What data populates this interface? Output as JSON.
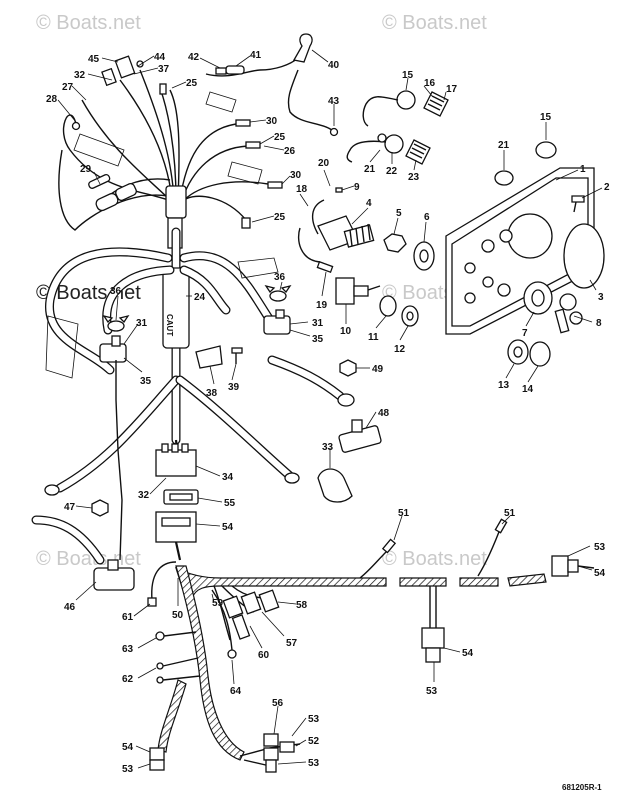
{
  "watermarks": {
    "top_left": "© Boats.net",
    "top_right": "© Boats.net",
    "mid_left": "© Boats.net",
    "mid_right": "© Boats.net",
    "bottom_left": "© Boats.net",
    "bottom_right": "© Boats.net"
  },
  "part_code": "681205R-1",
  "callouts": [
    {
      "id": "c45",
      "text": "45"
    },
    {
      "id": "c44",
      "text": "44"
    },
    {
      "id": "c32a",
      "text": "32"
    },
    {
      "id": "c37",
      "text": "37"
    },
    {
      "id": "c25a",
      "text": "25"
    },
    {
      "id": "c27",
      "text": "27"
    },
    {
      "id": "c28",
      "text": "28"
    },
    {
      "id": "c42",
      "text": "42"
    },
    {
      "id": "c41",
      "text": "41"
    },
    {
      "id": "c40",
      "text": "40"
    },
    {
      "id": "c43",
      "text": "43"
    },
    {
      "id": "c30a",
      "text": "30"
    },
    {
      "id": "c25b",
      "text": "25"
    },
    {
      "id": "c26",
      "text": "26"
    },
    {
      "id": "c29",
      "text": "29"
    },
    {
      "id": "c30b",
      "text": "30"
    },
    {
      "id": "c18",
      "text": "18"
    },
    {
      "id": "c25c",
      "text": "25"
    },
    {
      "id": "c15a",
      "text": "15"
    },
    {
      "id": "c16",
      "text": "16"
    },
    {
      "id": "c17",
      "text": "17"
    },
    {
      "id": "c15b",
      "text": "15"
    },
    {
      "id": "c21a",
      "text": "21"
    },
    {
      "id": "c1",
      "text": "1"
    },
    {
      "id": "c2",
      "text": "2"
    },
    {
      "id": "c20",
      "text": "20"
    },
    {
      "id": "c9",
      "text": "9"
    },
    {
      "id": "c21b",
      "text": "21"
    },
    {
      "id": "c22",
      "text": "22"
    },
    {
      "id": "c23",
      "text": "23"
    },
    {
      "id": "c4",
      "text": "4"
    },
    {
      "id": "c5",
      "text": "5"
    },
    {
      "id": "c6",
      "text": "6"
    },
    {
      "id": "c3",
      "text": "3"
    },
    {
      "id": "c36a",
      "text": "36"
    },
    {
      "id": "c24",
      "text": "24"
    },
    {
      "id": "c36b",
      "text": "36"
    },
    {
      "id": "c19",
      "text": "19"
    },
    {
      "id": "c10",
      "text": "10"
    },
    {
      "id": "c11",
      "text": "11"
    },
    {
      "id": "c12",
      "text": "12"
    },
    {
      "id": "c7",
      "text": "7"
    },
    {
      "id": "c8",
      "text": "8"
    },
    {
      "id": "c31a",
      "text": "31"
    },
    {
      "id": "c35a",
      "text": "35"
    },
    {
      "id": "c31b",
      "text": "31"
    },
    {
      "id": "c35b",
      "text": "35"
    },
    {
      "id": "c13",
      "text": "13"
    },
    {
      "id": "c14",
      "text": "14"
    },
    {
      "id": "c38",
      "text": "38"
    },
    {
      "id": "c39",
      "text": "39"
    },
    {
      "id": "c49",
      "text": "49"
    },
    {
      "id": "c48",
      "text": "48"
    },
    {
      "id": "c33",
      "text": "33"
    },
    {
      "id": "c34",
      "text": "34"
    },
    {
      "id": "c32b",
      "text": "32"
    },
    {
      "id": "c55",
      "text": "55"
    },
    {
      "id": "c47",
      "text": "47"
    },
    {
      "id": "c54a",
      "text": "54"
    },
    {
      "id": "c51a",
      "text": "51"
    },
    {
      "id": "c51b",
      "text": "51"
    },
    {
      "id": "c53a",
      "text": "53"
    },
    {
      "id": "c54b",
      "text": "54"
    },
    {
      "id": "c46",
      "text": "46"
    },
    {
      "id": "c50",
      "text": "50"
    },
    {
      "id": "c61",
      "text": "61"
    },
    {
      "id": "c59",
      "text": "59"
    },
    {
      "id": "c58",
      "text": "58"
    },
    {
      "id": "c57",
      "text": "57"
    },
    {
      "id": "c60",
      "text": "60"
    },
    {
      "id": "c63",
      "text": "63"
    },
    {
      "id": "c54c",
      "text": "54"
    },
    {
      "id": "c53b",
      "text": "53"
    },
    {
      "id": "c62",
      "text": "62"
    },
    {
      "id": "c64",
      "text": "64"
    },
    {
      "id": "c56",
      "text": "56"
    },
    {
      "id": "c53c",
      "text": "53"
    },
    {
      "id": "c52",
      "text": "52"
    },
    {
      "id": "c53d",
      "text": "53"
    },
    {
      "id": "c54d",
      "text": "54"
    },
    {
      "id": "c53e",
      "text": "53"
    }
  ]
}
